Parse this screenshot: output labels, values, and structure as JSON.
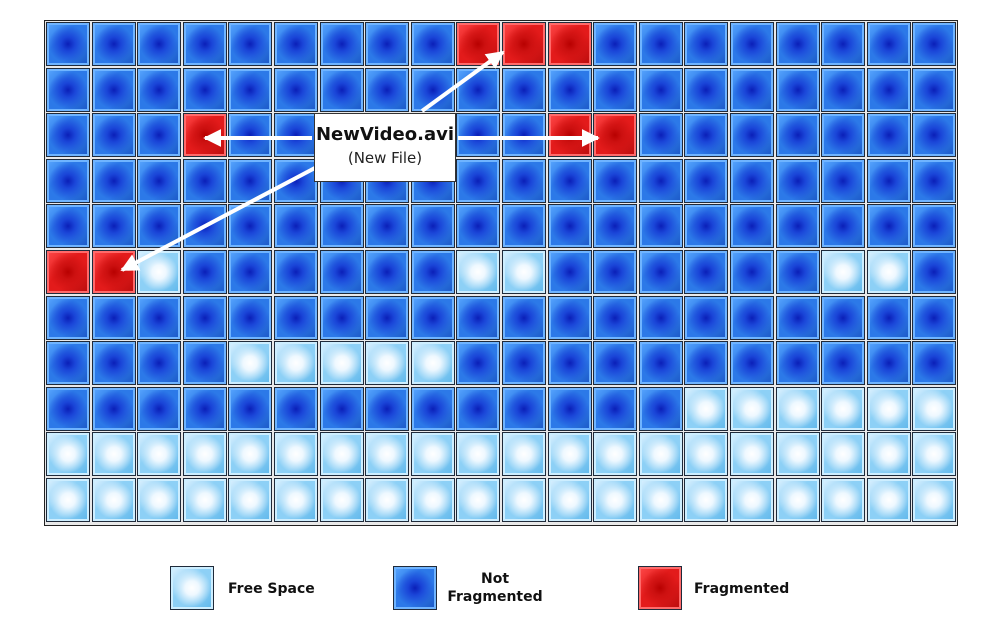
{
  "grid": {
    "cols": 20,
    "rows": [
      "nnnnnnnnnrrrnnnnnnnn",
      "nnnnnnnnnnnnnnnnnnnn",
      "nnnrnnnnnnnrrnnnnnnn",
      "nnnnnnnnnnnnnnnnnnnn",
      "nnnnnnnnnnnnnnnnnnnn",
      "rrfnnnnnnffnnnnnnffn",
      "nnnnnnnnnnnnnnnnnnnn",
      "nnnnfffffnnnnnnnnnnn",
      "nnnnnnnnnnnnnnffffff",
      "ffffffffffffffffffff",
      "ffffffffffffffffffff"
    ]
  },
  "callout": {
    "title": "NewVideo.avi",
    "subtitle": "(New File)"
  },
  "legend": {
    "free_space": "Free Space",
    "not_fragmented_line1": "Not",
    "not_fragmented_line2": "Fragmented",
    "fragmented": "Fragmented"
  },
  "colors": {
    "not_fragmented": "#2c79e8",
    "free_space": "#8dd0f6",
    "fragmented": "#e31b1b",
    "arrow": "#ffffff"
  }
}
